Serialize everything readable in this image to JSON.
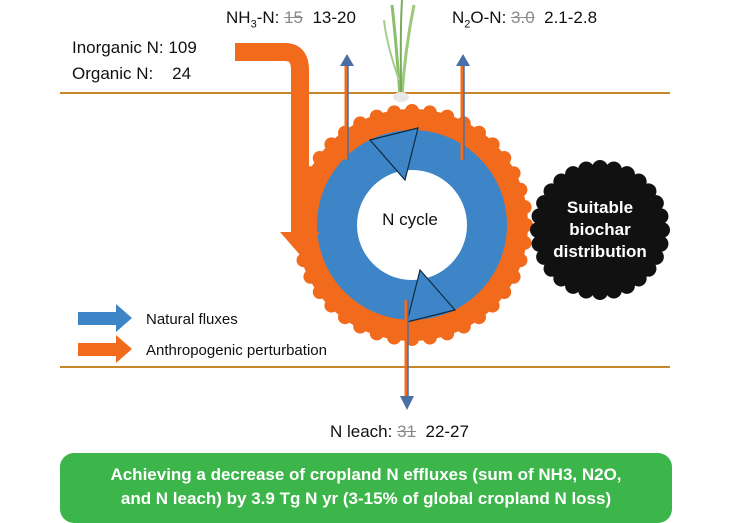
{
  "top": {
    "nh3_prefix": "NH",
    "nh3_sub": "3",
    "nh3_suffix": "-N:",
    "nh3_old": "15",
    "nh3_new": "13-20",
    "n2o_prefix": "N",
    "n2o_sub": "2",
    "n2o_suffix": "O-N:",
    "n2o_old": "3.0",
    "n2o_new": "2.1-2.8"
  },
  "inputs": {
    "inorganic_label": "Inorganic N:",
    "inorganic_value": "109",
    "organic_label": "Organic N:",
    "organic_value": "24"
  },
  "cycle": {
    "center_label": "N cycle"
  },
  "badge": {
    "line1": "Suitable",
    "line2": "biochar",
    "line3": "distribution"
  },
  "legend": {
    "natural": "Natural fluxes",
    "anthropogenic": "Anthropogenic perturbation"
  },
  "leach": {
    "label": "N leach:",
    "old": "31",
    "new": "22-27"
  },
  "banner": {
    "line1": "Achieving a decrease of cropland N effluxes (sum of NH3, N2O,",
    "line2": "and N leach) by 3.9 Tg N yr  (3-15% of global cropland N loss)"
  },
  "colors": {
    "orange": "#f26b1d",
    "blue": "#3d85c6",
    "arrow_blue_small": "#4a6fa5",
    "soil_line": "#c8862a",
    "badge_black": "#111111",
    "banner_green": "#3cb54a",
    "plant_green": "#8bbf6a"
  }
}
